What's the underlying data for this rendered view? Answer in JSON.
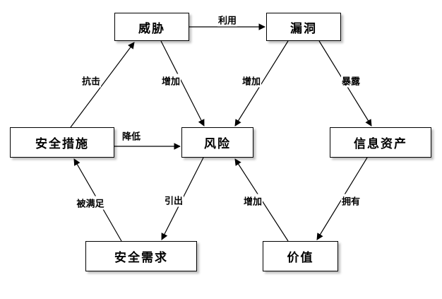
{
  "diagram": {
    "title": "information-security-risk-relationship",
    "nodes": {
      "threat": "威胁",
      "vulnerability": "漏洞",
      "security_measures": "安全措施",
      "risk": "风险",
      "information_assets": "信息资产",
      "security_requirements": "安全需求",
      "value": "价值"
    },
    "edges": {
      "exploit": "利用",
      "resist": "抗击",
      "increase_from_threat": "增加",
      "increase_from_vulnerability": "增加",
      "expose": "暴露",
      "reduce": "降低",
      "lead_to": "引出",
      "be_satisfied": "被满足",
      "increase_from_value": "增加",
      "possess": "拥有"
    }
  }
}
